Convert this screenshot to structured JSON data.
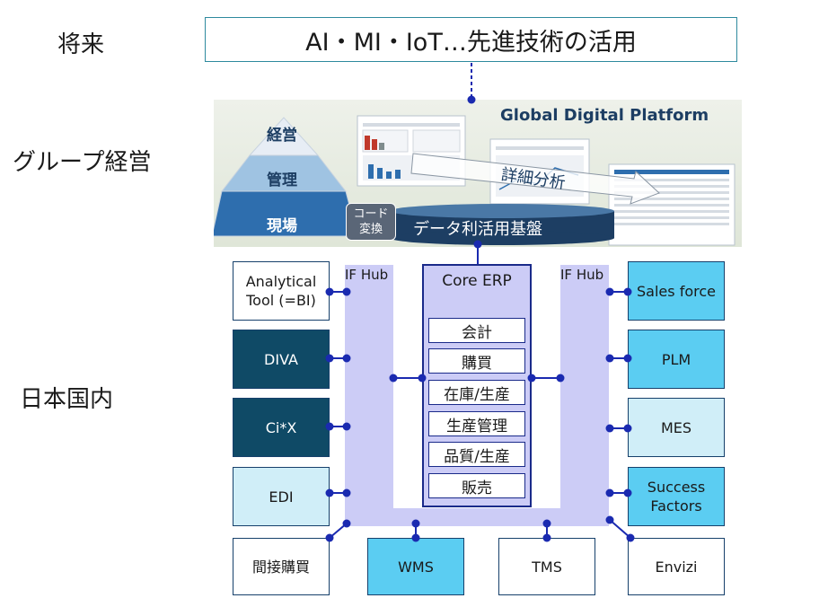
{
  "rows": {
    "future": "将来",
    "group": "グループ経営",
    "domestic": "日本国内"
  },
  "future_box": "AI・MI・IoT…先進技術の活用",
  "platform": {
    "title": "Global Digital Platform",
    "pyramid": [
      "経営",
      "管理",
      "現場"
    ],
    "code_conversion": [
      "コード",
      "変換"
    ],
    "data_base": "データ利活用基盤",
    "analysis": "詳細分析"
  },
  "if_hub": {
    "left": "IF Hub",
    "right": "IF Hub"
  },
  "core_erp": {
    "title": "Core ERP",
    "modules": [
      "会計",
      "購買",
      "在庫/生産",
      "生産管理",
      "品質/生産",
      "販売"
    ]
  },
  "left_systems": [
    {
      "label": "Analytical Tool (=BI)",
      "style": "white"
    },
    {
      "label": "DIVA",
      "style": "dark"
    },
    {
      "label": "Ci*X",
      "style": "dark"
    },
    {
      "label": "EDI",
      "style": "light"
    }
  ],
  "right_systems": [
    {
      "label": "Sales force",
      "style": "cyan"
    },
    {
      "label": "PLM",
      "style": "cyan"
    },
    {
      "label": "MES",
      "style": "light"
    },
    {
      "label": "Success Factors",
      "style": "cyan"
    }
  ],
  "bottom_systems": [
    {
      "label": "間接購買",
      "style": "white"
    },
    {
      "label": "WMS",
      "style": "cyan"
    },
    {
      "label": "TMS",
      "style": "white"
    },
    {
      "label": "Envizi",
      "style": "white"
    }
  ],
  "colors": {
    "hub": "#ccccf6",
    "connector": "#1a2ab0",
    "dark_box": "#0f4a66",
    "cyan_box": "#5bcdf2",
    "light_box": "#d0eef8",
    "platform_navy": "#1d3e63"
  }
}
